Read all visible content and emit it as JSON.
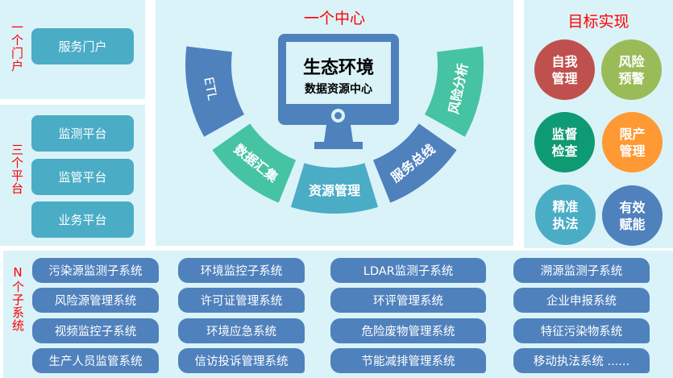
{
  "portal": {
    "label": "一个门户",
    "chars": [
      "一",
      "个",
      "门",
      "户"
    ],
    "button": "服务门户"
  },
  "platforms": {
    "label": "三个平台",
    "chars": [
      "三",
      "个",
      "平",
      "台"
    ],
    "buttons": [
      "监测平台",
      "监管平台",
      "业务平台"
    ]
  },
  "center": {
    "title": "一个中心",
    "monitor_title": "生态环境",
    "monitor_subtitle": "数据资源中心",
    "segments": [
      {
        "label": "ETL",
        "color": "#4f81bd"
      },
      {
        "label": "数据汇集",
        "color": "#46c3a3"
      },
      {
        "label": "资源管理",
        "color": "#4bacc6"
      },
      {
        "label": "服务总线",
        "color": "#4f81bd"
      },
      {
        "label": "风险分析",
        "color": "#46c3a3"
      }
    ]
  },
  "goals": {
    "title": "目标实现",
    "items": [
      {
        "l1": "自我",
        "l2": "管理",
        "color": "#c0504d"
      },
      {
        "l1": "风险",
        "l2": "预警",
        "color": "#9bbb59"
      },
      {
        "l1": "监督",
        "l2": "检查",
        "color": "#0e9a72"
      },
      {
        "l1": "限产",
        "l2": "管理",
        "color": "#ff9933"
      },
      {
        "l1": "精准",
        "l2": "执法",
        "color": "#4bacc6"
      },
      {
        "l1": "有效",
        "l2": "赋能",
        "color": "#4f81bd"
      }
    ]
  },
  "subsystems": {
    "label": "N个子系统",
    "chars": [
      "N",
      "个",
      "子",
      "系",
      "统"
    ],
    "items": [
      [
        "污染源监测子系统",
        "环境监控子系统",
        "LDAR监测子系统",
        "溯源监测子系统"
      ],
      [
        "风险源管理系统",
        "许可证管理系统",
        "环评管理系统",
        "企业申报系统"
      ],
      [
        "视频监控子系统",
        "环境应急系统",
        "危险废物管理系统",
        "特征污染物系统"
      ],
      [
        "生产人员监管系统",
        "信访投诉管理系统",
        "节能减排管理系统",
        "移动执法系统 ......"
      ]
    ]
  }
}
